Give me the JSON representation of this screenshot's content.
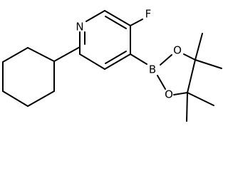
{
  "molecule": {
    "atoms": {
      "nitrogen": "N",
      "fluorine": "F",
      "boron": "B",
      "oxygen_top": "O",
      "oxygen_bottom": "O"
    }
  }
}
